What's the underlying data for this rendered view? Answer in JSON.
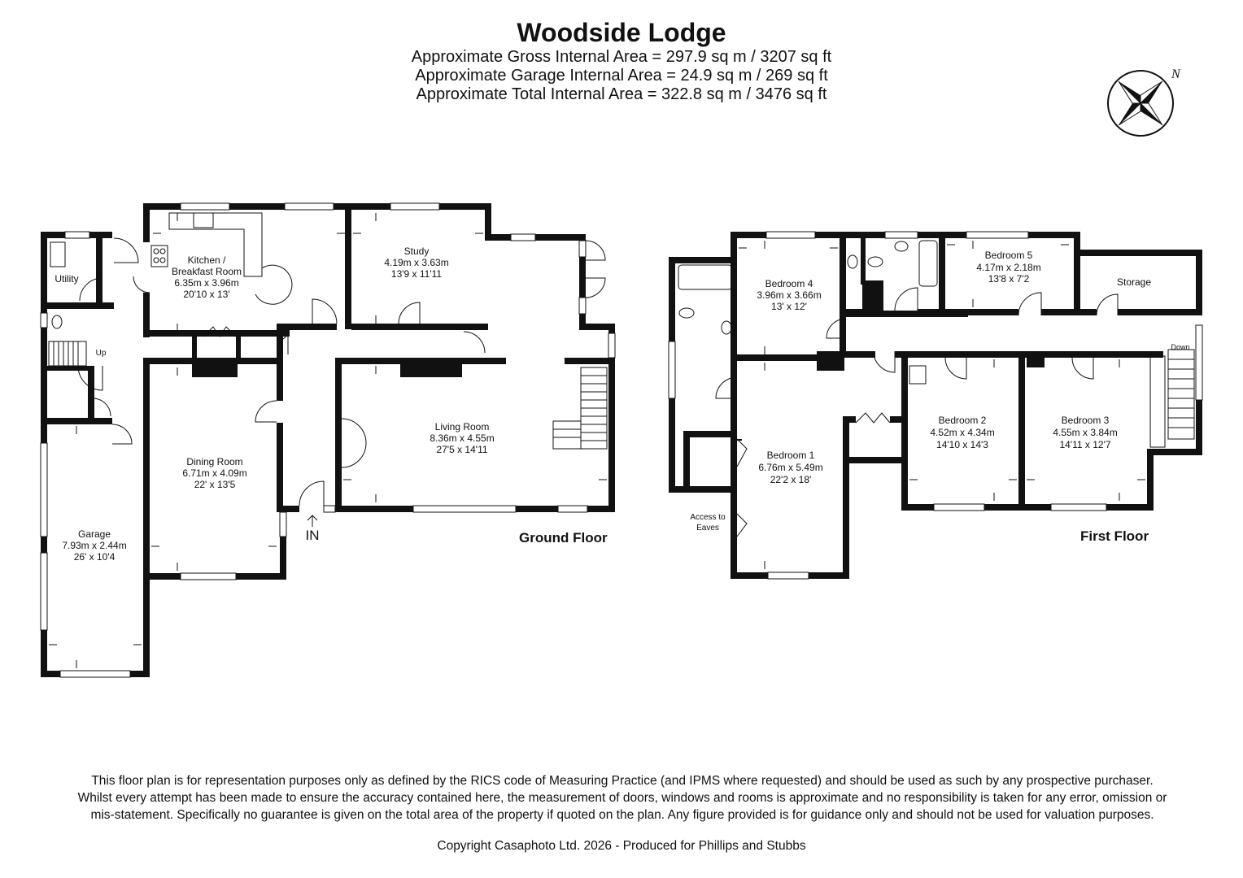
{
  "property_name": "Woodside Lodge",
  "areas": [
    "Approximate Gross Internal Area = 297.9 sq m / 3207 sq ft",
    "Approximate Garage Internal Area = 24.9 sq m / 269 sq ft",
    "Approximate Total Internal Area = 322.8 sq m / 3476 sq ft"
  ],
  "compass": {
    "north_label": "N",
    "icon": "compass-rose-icon"
  },
  "ground_floor": {
    "label": "Ground Floor",
    "entrance": "IN",
    "stairs": "Up",
    "rooms": {
      "utility": {
        "name": "Utility"
      },
      "kitchen": {
        "name_1": "Kitchen /",
        "name_2": "Breakfast Room",
        "metric": "6.35m x 3.96m",
        "imperial": "20'10 x 13'"
      },
      "study": {
        "name": "Study",
        "metric": "4.19m x 3.63m",
        "imperial": "13'9 x 11'11"
      },
      "living": {
        "name": "Living Room",
        "metric": "8.36m x 4.55m",
        "imperial": "27'5 x 14'11"
      },
      "dining": {
        "name": "Dining Room",
        "metric": "6.71m x 4.09m",
        "imperial": "22' x 13'5"
      },
      "garage": {
        "name": "Garage",
        "metric": "7.93m x 2.44m",
        "imperial": "26' x 10'4"
      }
    }
  },
  "first_floor": {
    "label": "First Floor",
    "stairs": "Down",
    "eaves_1": "Access to",
    "eaves_2": "Eaves",
    "rooms": {
      "bedroom4": {
        "name": "Bedroom 4",
        "metric": "3.96m x 3.66m",
        "imperial": "13' x 12'"
      },
      "bedroom5": {
        "name": "Bedroom 5",
        "metric": "4.17m x 2.18m",
        "imperial": "13'8 x 7'2"
      },
      "storage": {
        "name": "Storage"
      },
      "bedroom1": {
        "name": "Bedroom 1",
        "metric": "6.76m x 5.49m",
        "imperial": "22'2 x 18'"
      },
      "bedroom2": {
        "name": "Bedroom 2",
        "metric": "4.52m x 4.34m",
        "imperial": "14'10 x 14'3"
      },
      "bedroom3": {
        "name": "Bedroom 3",
        "metric": "4.55m x 3.84m",
        "imperial": "14'11 x 12'7"
      }
    }
  },
  "disclaimer": "This floor plan is for representation purposes only as defined by the RICS code of Measuring Practice (and IPMS where requested) and should be used as such by any prospective purchaser. Whilst every attempt has been made to ensure the accuracy contained here, the measurement of doors, windows and rooms is approximate and no responsibility is taken for any error, omission or mis-statement. Specifically no guarantee is given on the total area of the property if quoted on the plan. Any figure provided is for guidance only and should not be used for valuation purposes.",
  "copyright": "Copyright Casaphoto Ltd. 2026 - Produced for Phillips and Stubbs"
}
